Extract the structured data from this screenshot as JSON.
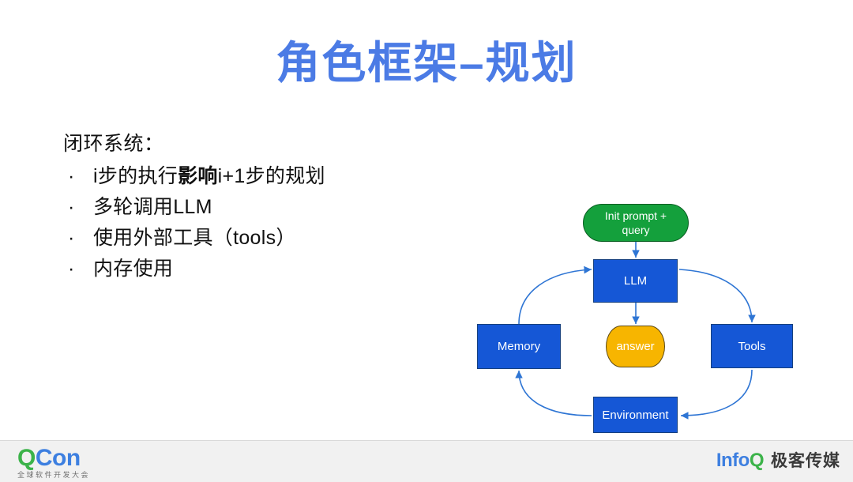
{
  "slide": {
    "title": "角色框架–规划",
    "title_color": "#4B7BE5",
    "background": "#ffffff"
  },
  "content": {
    "lead": "闭环系统：",
    "bullet_marker": "·",
    "bullets": [
      {
        "prefix": "i步的执行",
        "emphasis": "影响",
        "suffix": "i+1步的规划"
      },
      {
        "prefix": "多轮调用LLM",
        "emphasis": "",
        "suffix": ""
      },
      {
        "prefix": "使用外部工具（tools）",
        "emphasis": "",
        "suffix": ""
      },
      {
        "prefix": "内存使用",
        "emphasis": "",
        "suffix": ""
      }
    ]
  },
  "diagram": {
    "type": "flow-cycle",
    "nodes": [
      {
        "id": "init",
        "label": "Init prompt + query",
        "shape": "rounded-pill",
        "fill": "#14A03C",
        "text_color": "#ffffff"
      },
      {
        "id": "llm",
        "label": "LLM",
        "shape": "rect",
        "fill": "#1557D6",
        "text_color": "#ffffff"
      },
      {
        "id": "memory",
        "label": "Memory",
        "shape": "rect",
        "fill": "#1557D6",
        "text_color": "#ffffff"
      },
      {
        "id": "answer",
        "label": "answer",
        "shape": "barrel",
        "fill": "#F7B500",
        "text_color": "#ffffff"
      },
      {
        "id": "tools",
        "label": "Tools",
        "shape": "rect",
        "fill": "#1557D6",
        "text_color": "#ffffff"
      },
      {
        "id": "env",
        "label": "Environment",
        "shape": "rect",
        "fill": "#1557D6",
        "text_color": "#ffffff"
      }
    ],
    "edges": [
      {
        "from": "init",
        "to": "llm",
        "style": "straight"
      },
      {
        "from": "llm",
        "to": "answer",
        "style": "straight"
      },
      {
        "from": "memory",
        "to": "llm",
        "style": "curve"
      },
      {
        "from": "llm",
        "to": "tools",
        "style": "curve"
      },
      {
        "from": "tools",
        "to": "env",
        "style": "curve"
      },
      {
        "from": "env",
        "to": "memory",
        "style": "curve"
      }
    ],
    "edge_color": "#2E75D4"
  },
  "footer": {
    "qcon": {
      "mark_q": "Q",
      "mark_rest": "Con",
      "tagline": "全球软件开发大会"
    },
    "infoq": {
      "mark_info": "Info",
      "mark_q": "Q",
      "chinese": "极客传媒"
    }
  }
}
